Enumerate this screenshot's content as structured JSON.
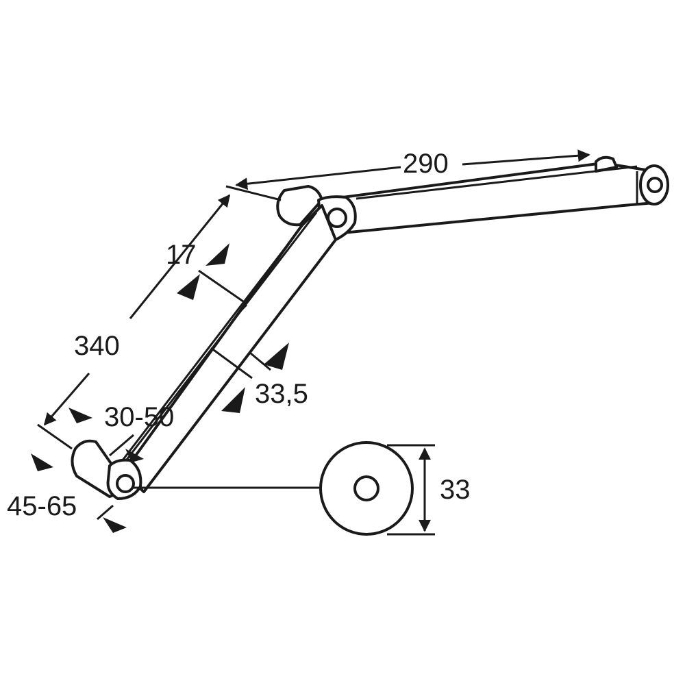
{
  "dimensions": {
    "upper_arm_length": "290",
    "arm_width": "17",
    "lower_arm_length": "340",
    "arm_depth": "33,5",
    "adjustment_range": "30-50",
    "mounting_offset": "45-65",
    "roller_diameter": "33"
  },
  "colors": {
    "line": "#1a1a1a",
    "fill": "#ffffff"
  }
}
